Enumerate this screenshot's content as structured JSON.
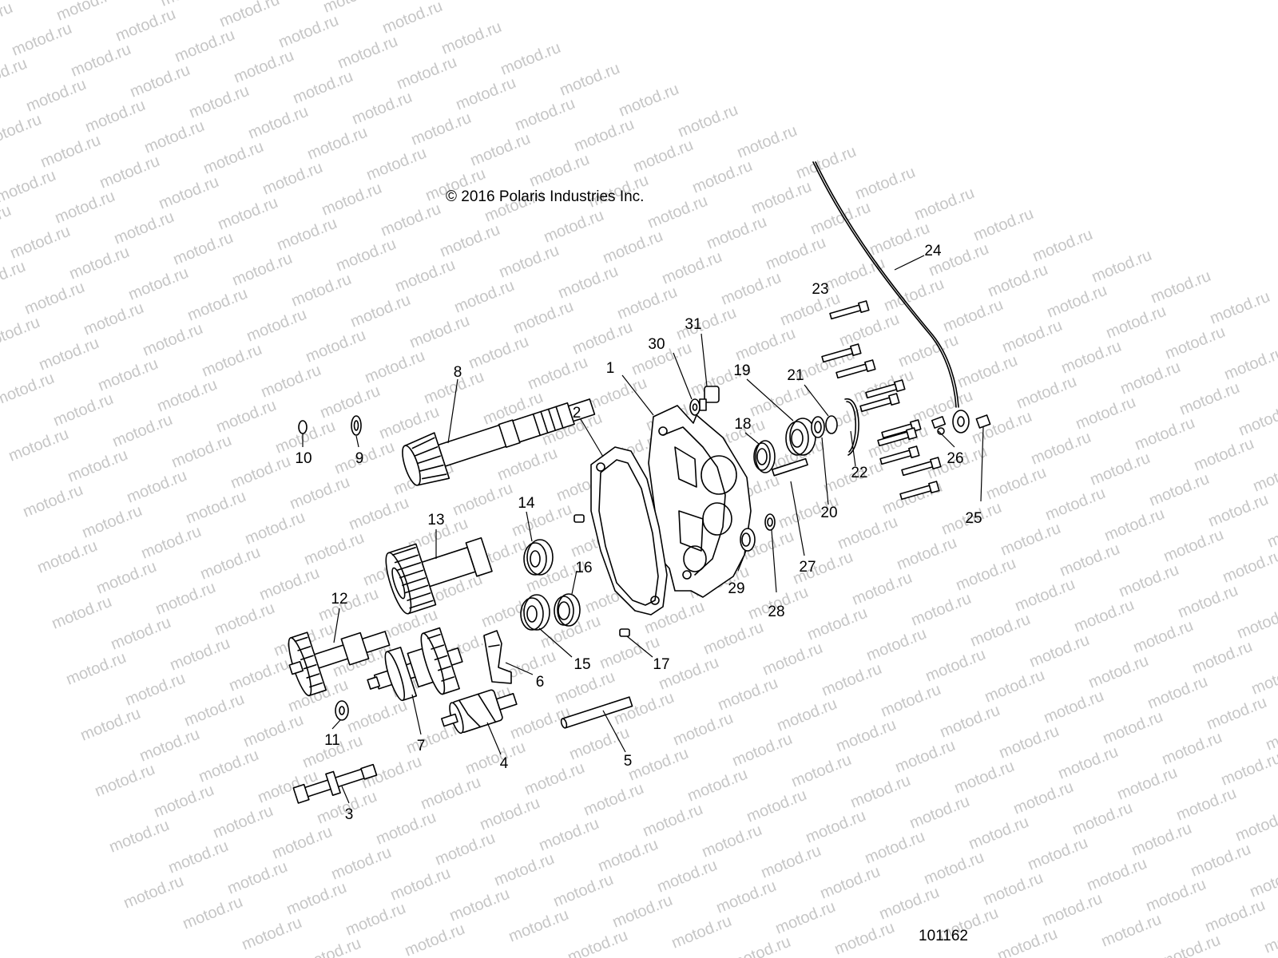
{
  "copyright": "© 2016 Polaris Industries Inc.",
  "diagram_id": "101162",
  "watermark": "motod.ru",
  "callouts": [
    "1",
    "2",
    "3",
    "4",
    "5",
    "6",
    "7",
    "8",
    "9",
    "10",
    "11",
    "12",
    "13",
    "14",
    "15",
    "16",
    "17",
    "18",
    "19",
    "20",
    "21",
    "22",
    "23",
    "24",
    "25",
    "26",
    "27",
    "28",
    "29",
    "30",
    "31"
  ]
}
